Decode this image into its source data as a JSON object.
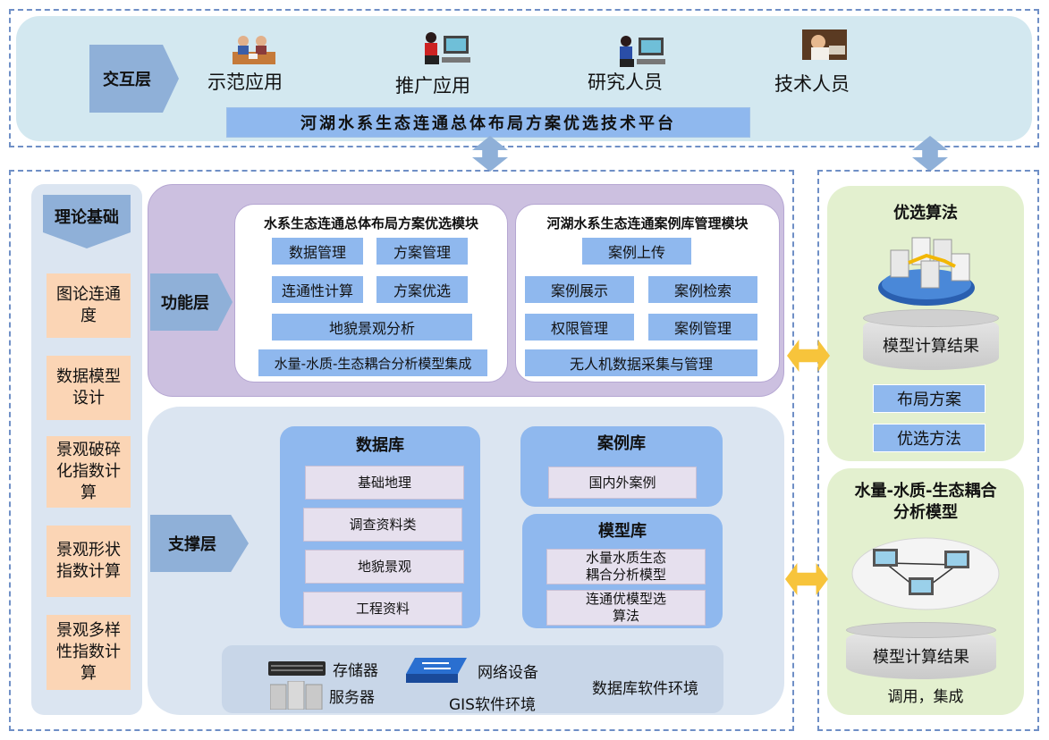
{
  "interaction_layer": {
    "label": "交互层",
    "users": [
      "示范应用",
      "推广应用",
      "研究人员",
      "技术人员"
    ],
    "platform": "河湖水系生态连通总体布局方案优选技术平台"
  },
  "theory": {
    "title": "理论基础",
    "items": [
      "图论连通\n度",
      "数据模型\n设计",
      "景观破碎\n化指数计\n算",
      "景观形状\n指数计算",
      "景观多样\n性指数计\n算"
    ]
  },
  "function_layer": {
    "label": "功能层",
    "module1": {
      "title": "水系生态连通总体布局方案优选模块",
      "items": [
        "数据管理",
        "方案管理",
        "连通性计算",
        "方案优选",
        "地貌景观分析",
        "水量-水质-生态耦合分析模型集成"
      ]
    },
    "module2": {
      "title": "河湖水系生态连通案例库管理模块",
      "items": [
        "案例上传",
        "案例展示",
        "案例检索",
        "权限管理",
        "案例管理",
        "无人机数据采集与管理"
      ]
    }
  },
  "support_layer": {
    "label": "支撑层",
    "database": {
      "title": "数据库",
      "items": [
        "基础地理",
        "调查资料类",
        "地貌景观",
        "工程资料"
      ]
    },
    "case_library": {
      "title": "案例库",
      "items": [
        "国内外案例"
      ]
    },
    "model_library": {
      "title": "模型库",
      "items": [
        "水量水质生态\n耦合分析模型",
        "连通优模型选\n算法"
      ]
    },
    "infra": {
      "storage": "存储器",
      "network": "网络设备",
      "server": "服务器",
      "gis": "GIS软件环境",
      "db_env": "数据库软件环境"
    }
  },
  "right_top": {
    "title": "优选算法",
    "result": "模型计算结果",
    "buttons": [
      "布局方案",
      "优选方法"
    ]
  },
  "right_bottom": {
    "title": "水量-水质-生态耦合\n分析模型",
    "result": "模型计算结果",
    "footer": "调用，集成"
  },
  "colors": {
    "top_panel": "#d3e8f0",
    "chevron": "#8fb0d8",
    "button_blue": "#8fb8ee",
    "function_panel": "#ccc0e0",
    "support_panel": "#dbe5f1",
    "theory_item": "#fbd5b5",
    "green_panel": "#e3f0cf",
    "arrow_yellow": "#f7c43b",
    "dashed_border": "#6f8fc6"
  }
}
